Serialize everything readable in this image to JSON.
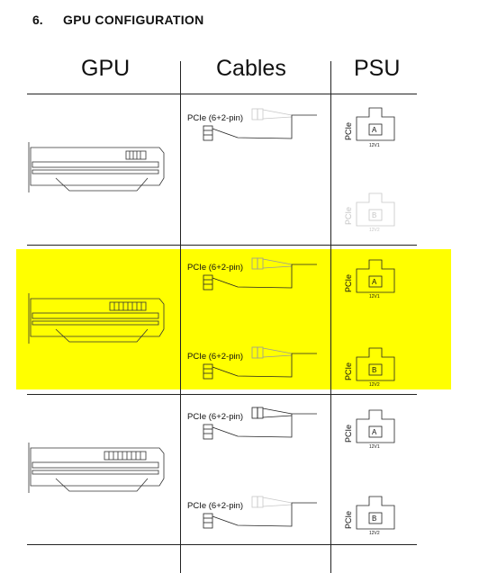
{
  "section": {
    "number": "6.",
    "title": "GPU CONFIGURATION"
  },
  "columns": {
    "gpu": "GPU",
    "cables": "Cables",
    "psu": "PSU"
  },
  "colors": {
    "highlight": "#ffff00",
    "line": "#222222",
    "faded": "#c8c8c8"
  },
  "rows": [
    {
      "highlighted": false,
      "cables": [
        {
          "label": "PCIe (6+2-pin)",
          "active": true
        }
      ],
      "psu": [
        {
          "label": "PCIe",
          "port": "A",
          "sub": "12V1",
          "active": true
        },
        {
          "label": "PCIe",
          "port": "B",
          "sub": "12V2",
          "active": false
        }
      ]
    },
    {
      "highlighted": true,
      "cables": [
        {
          "label": "PCIe (6+2-pin)",
          "active": true
        },
        {
          "label": "PCIe (6+2-pin)",
          "active": true
        }
      ],
      "psu": [
        {
          "label": "PCIe",
          "port": "A",
          "sub": "12V1",
          "active": true
        },
        {
          "label": "PCIe",
          "port": "B",
          "sub": "12V2",
          "active": true
        }
      ]
    },
    {
      "highlighted": false,
      "cables": [
        {
          "label": "PCIe (6+2-pin)",
          "active": true
        },
        {
          "label": "PCIe (6+2-pin)",
          "active": true
        }
      ],
      "psu": [
        {
          "label": "PCIe",
          "port": "A",
          "sub": "12V1",
          "active": true
        },
        {
          "label": "PCIe",
          "port": "B",
          "sub": "12V2",
          "active": true
        }
      ]
    }
  ]
}
